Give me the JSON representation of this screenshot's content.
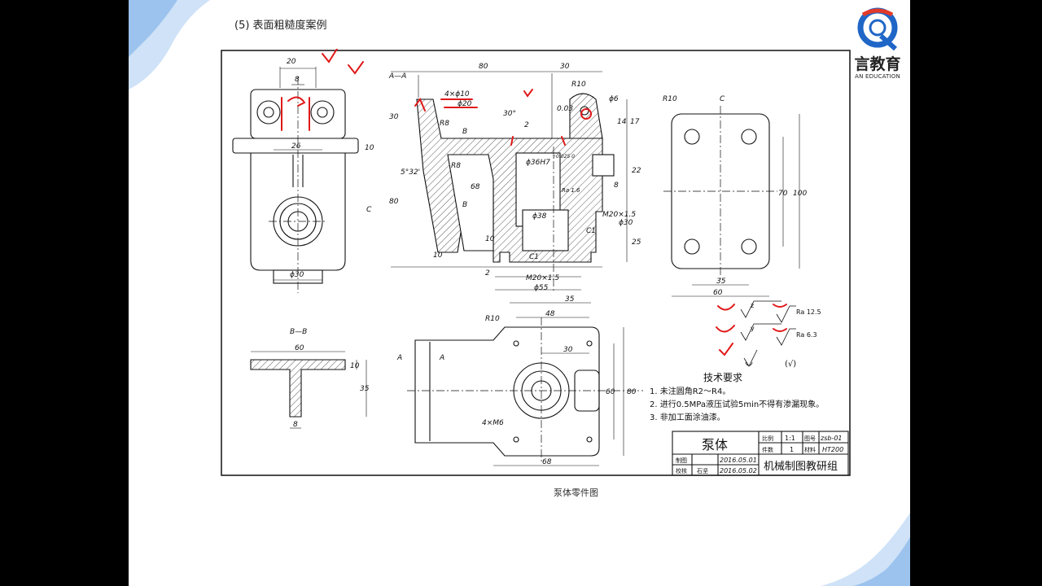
{
  "slide": {
    "title": "(5)  表面粗糙度案例",
    "caption": "泵体零件图"
  },
  "logo": {
    "name": "言教育",
    "subtitle": "AN EDUCATION"
  },
  "views": {
    "section_aa": "A—A",
    "section_bb": "B—B",
    "direction_c": "C",
    "arrow_a1": "A",
    "arrow_a2": "A",
    "arrow_b1": "B",
    "arrow_b2": "B",
    "arrow_c_side": "C"
  },
  "dimensions": {
    "d20": "20",
    "d8_top": "8",
    "d26": "26",
    "d10_left": "10",
    "d30_bottom": "ϕ30",
    "d80": "80",
    "d30_top": "30",
    "r10": "R10",
    "phi6": "ϕ6",
    "d14": "14",
    "d17": "17",
    "holes_4x10": "4×ϕ10",
    "phi20": "ϕ20",
    "deg30": "30°",
    "d2": "2",
    "flat": "0.03",
    "r8a": "R8",
    "r8b": "R8",
    "d30_side": "30",
    "ang": "5°32'",
    "d80_side": "80",
    "d68": "68",
    "phi36": "ϕ36H7",
    "tol": "+0.025 0",
    "ra16": "Ra 1.6",
    "d22": "22",
    "d8_side": "8",
    "phi38": "ϕ38",
    "m20_side": "M20×1.5",
    "phi30_side": "ϕ30",
    "c1_side": "C1",
    "d25": "25",
    "d10_low": "10",
    "d10_bot": "10",
    "d2_bot": "2",
    "c1_bot": "C1",
    "m20_bot": "M20×1.5",
    "phi55": "ϕ55",
    "d35_bot": "35",
    "r10_c": "R10",
    "d70": "70",
    "d100": "100",
    "d35_c": "35",
    "d60_c": "60",
    "bb60": "60",
    "bb10": "10",
    "bb35": "35",
    "bb8": "8",
    "r10_bot": "R10",
    "d48": "48",
    "d30_bot2": "30",
    "d60_bot": "60",
    "d80_bot": "80",
    "holes_m6": "4×M6",
    "d68_bot": "68"
  },
  "roughness": {
    "z": "z",
    "y": "y",
    "ra125": "Ra 12.5",
    "ra63": "Ra 6.3",
    "paren": "(√)"
  },
  "requirements": {
    "heading": "技术要求",
    "items": [
      "1. 未注圆角R2～R4。",
      "2. 进行0.5MPa液压试验5min不得有渗漏现象。",
      "3. 非加工面涂油漆。"
    ]
  },
  "title_block": {
    "part_name": "泵体",
    "scale_label": "比例",
    "scale": "1:1",
    "drawing_no_label": "图号",
    "drawing_no": "zsb-01",
    "qty_label": "件数",
    "qty": "1",
    "material_label": "材料",
    "material": "HT200",
    "drawn_label": "制图",
    "drawn_date": "2016.05.01",
    "check_label": "校核",
    "checker": "石坚",
    "check_date": "2016.05.02",
    "org": "机械制图教研组"
  },
  "colors": {
    "annotation_red": "#e01818",
    "ink": "#111111",
    "deco_blue": "#9cc3ee",
    "logo_blue": "#1f66c7"
  }
}
